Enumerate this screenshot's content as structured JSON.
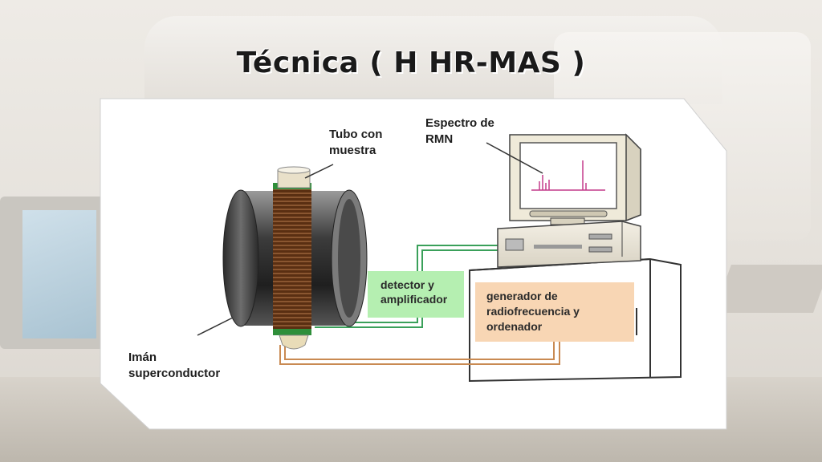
{
  "title": "Técnica ( H HR-MAS )",
  "labels": {
    "sample_tube": [
      "Tubo con",
      "muestra"
    ],
    "spectrum": [
      "Espectro de",
      "RMN"
    ],
    "magnet": [
      "Imán",
      "superconductor"
    ],
    "detector": [
      "detector y",
      "amplificador"
    ],
    "generator": [
      "generador de",
      "radiofrecuencia y",
      "ordenador"
    ]
  },
  "colors": {
    "detector_box": "#b5efb1",
    "generator_box": "#f8d6b4",
    "green_wire": "#3aa05a",
    "orange_wire": "#c98a52",
    "spectrum_peaks": "#c43a8a",
    "coil": "#6b3b1a"
  },
  "icons": [
    "magnet-icon",
    "coil-icon",
    "sample-tube-icon",
    "computer-monitor-icon",
    "computer-case-icon",
    "desk-icon"
  ]
}
